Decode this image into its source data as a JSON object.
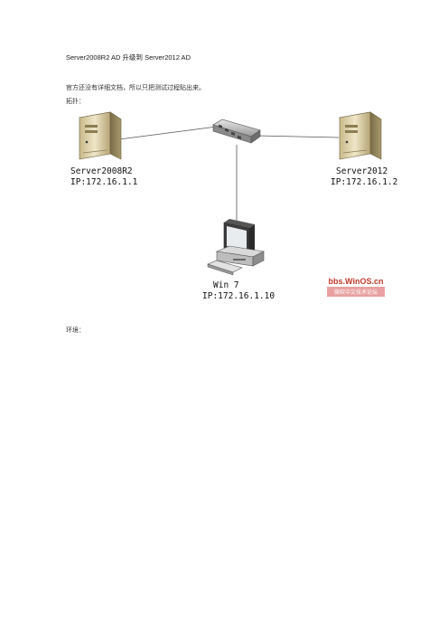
{
  "document": {
    "title": "Server2008R2 AD 升级到  Server2012 AD",
    "intro": "官方还没有详细文档，所以只把测试过程贴出来。",
    "topology_label": "拓扑：",
    "environment_label": "环境："
  },
  "diagram": {
    "nodes": [
      {
        "id": "server2008r2",
        "name": "Server2008R2",
        "ip": "IP:172.16.1.1",
        "icon": "server-tower-icon"
      },
      {
        "id": "server2012",
        "name": "Server2012",
        "ip": "IP:172.16.1.2",
        "icon": "server-tower-icon"
      },
      {
        "id": "switch",
        "icon": "network-switch-icon"
      },
      {
        "id": "win7",
        "name": "Win 7",
        "ip": "IP:172.16.1.10",
        "icon": "desktop-computer-icon"
      }
    ],
    "links": [
      {
        "from": "server2008r2",
        "to": "switch"
      },
      {
        "from": "switch",
        "to": "server2012"
      },
      {
        "from": "switch",
        "to": "win7"
      }
    ],
    "watermark": {
      "main": "bbs.WinOS.cn",
      "sub": "微软中文技术论坛"
    }
  }
}
